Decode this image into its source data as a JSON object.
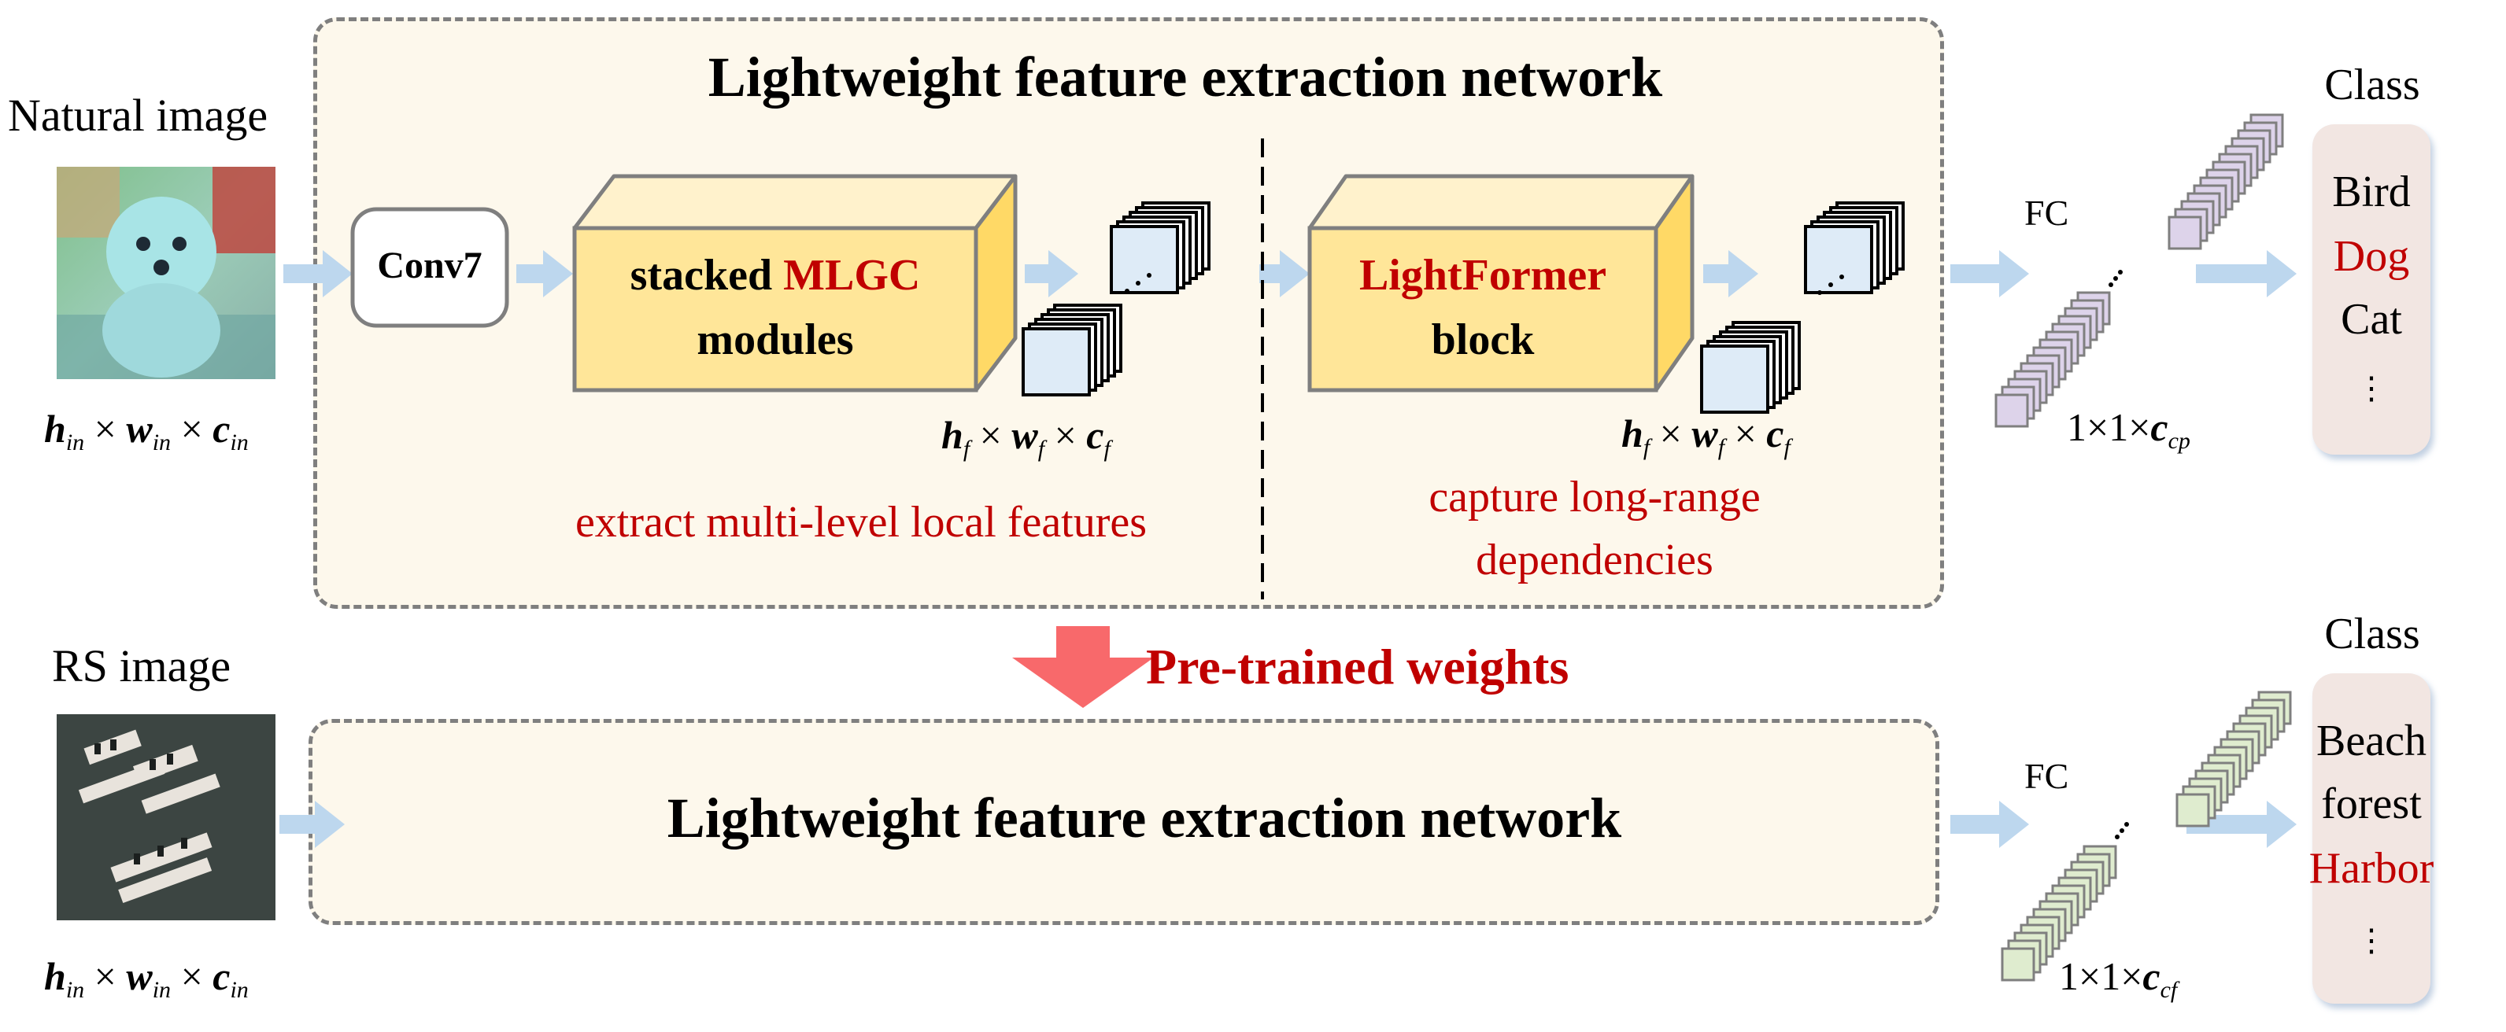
{
  "top": {
    "input_label": "Natural image",
    "input_dims": {
      "h": "h",
      "h_sub": "in",
      "w": "w",
      "w_sub": "in",
      "c": "c",
      "c_sub": "in"
    },
    "network_title": "Lightweight feature extraction network",
    "conv_label": "Conv7",
    "mlgc_block": {
      "prefix": "stacked ",
      "highlight": "MLGC",
      "suffix": "modules"
    },
    "mlgc_dims": {
      "h": "h",
      "h_sub": "f",
      "w": "w",
      "w_sub": "f",
      "c": "c",
      "c_sub": "f"
    },
    "mlgc_caption": "extract multi-level local features",
    "lightformer_block": {
      "highlight": "LightFormer",
      "suffix": "block"
    },
    "lightformer_dims": {
      "h": "h",
      "h_sub": "f",
      "w": "w",
      "w_sub": "f",
      "c": "c",
      "c_sub": "f"
    },
    "lightformer_caption_line1": "capture long-range",
    "lightformer_caption_line2": "dependencies",
    "fc_label": "FC",
    "fc_dims": {
      "prefix": "1×1×",
      "c": "c",
      "c_sub": "cp"
    },
    "class_title": "Class",
    "classes": [
      {
        "label": "Bird",
        "highlight": false
      },
      {
        "label": "Dog",
        "highlight": true
      },
      {
        "label": "Cat",
        "highlight": false
      },
      {
        "label": "⋮",
        "highlight": false
      }
    ]
  },
  "transfer_label": "Pre-trained weights",
  "bottom": {
    "input_label": "RS image",
    "input_dims": {
      "h": "h",
      "h_sub": "in",
      "w": "w",
      "w_sub": "in",
      "c": "c",
      "c_sub": "in"
    },
    "network_title": "Lightweight feature extraction network",
    "fc_label": "FC",
    "fc_dims": {
      "prefix": "1×1×",
      "c": "c",
      "c_sub": "cf"
    },
    "class_title": "Class",
    "classes": [
      {
        "label": "Beach",
        "highlight": false
      },
      {
        "label": "forest",
        "highlight": false
      },
      {
        "label": "Harbor",
        "highlight": true
      },
      {
        "label": "⋮",
        "highlight": false
      }
    ]
  },
  "colors": {
    "arrow_blue": "#bdd7ee",
    "block_yellow": "#ffe699",
    "feature_blue": "#deebf7",
    "fc_purple": "#ddd3ea",
    "fc_green": "#dfeccf",
    "red_text": "#c00000",
    "transfer_arrow": "#f8696b",
    "panel_fill": "#fdf8ec",
    "panel_border": "#7f7f7f",
    "class_fill": "#f2e6e2"
  }
}
